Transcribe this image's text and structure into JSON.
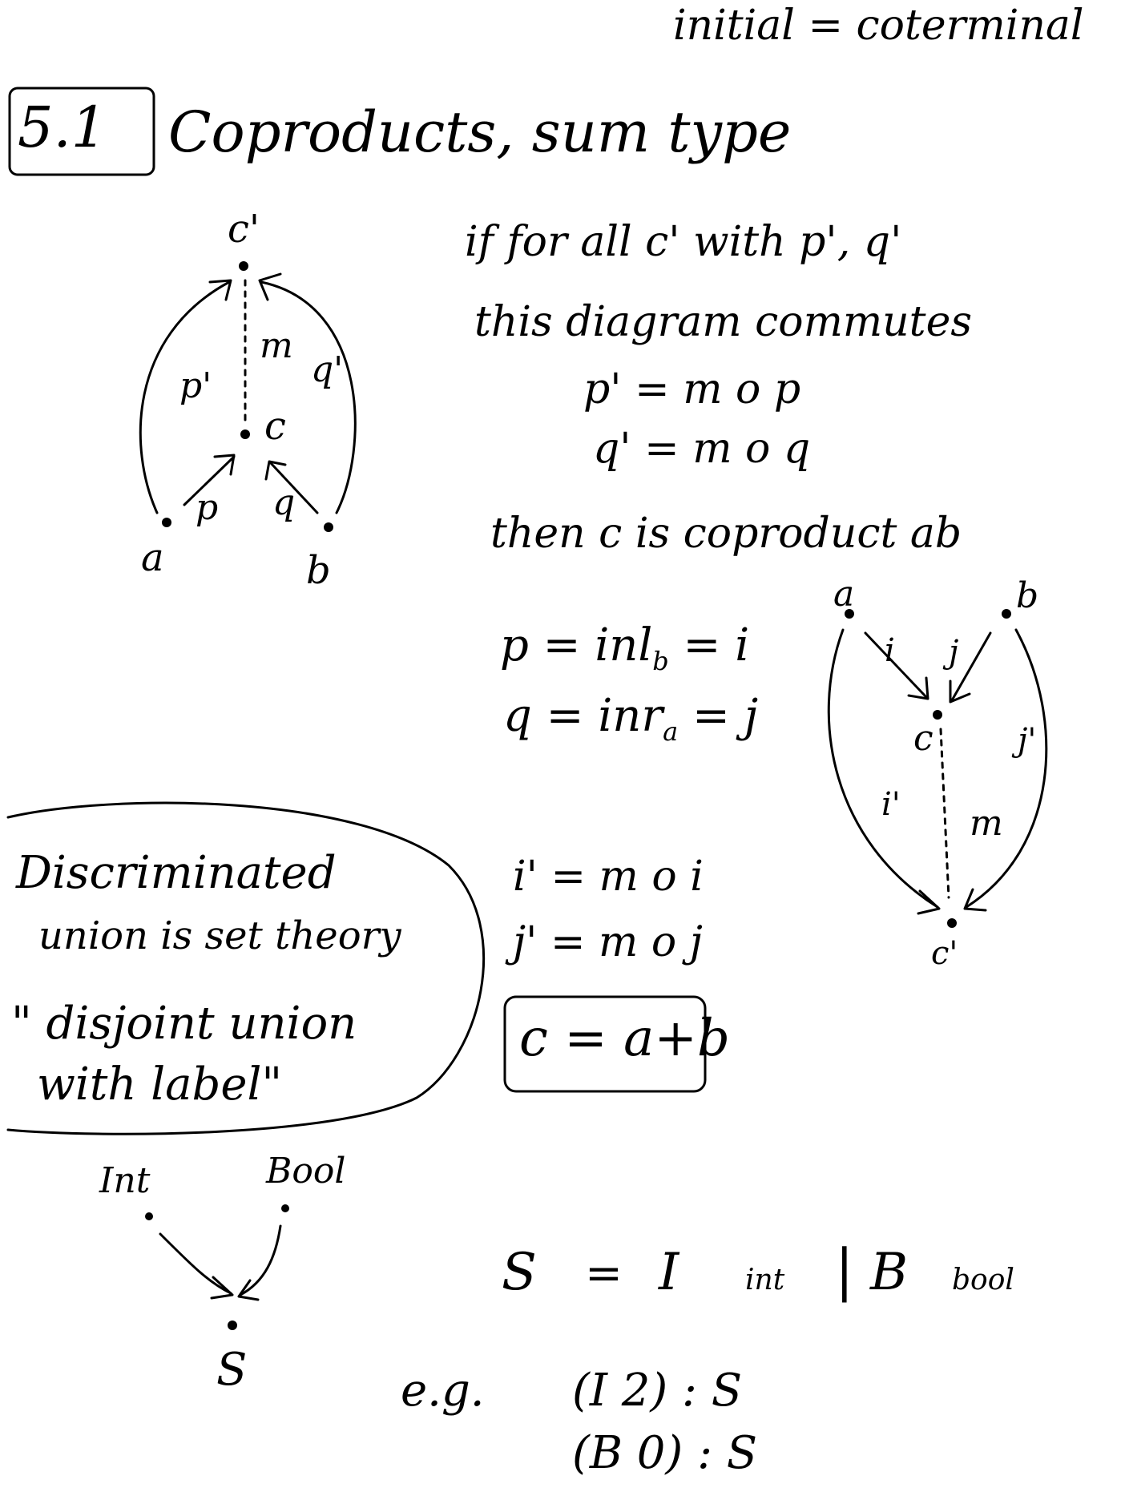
{
  "header": {
    "note": "initial = coterminal"
  },
  "section": {
    "number": "5.1",
    "title": "Coproducts, sum type"
  },
  "diagram1": {
    "top": "c'",
    "m": "m",
    "p_prime": "p'",
    "q_prime": "q'",
    "center": "c",
    "p": "p",
    "q": "q",
    "a": "a",
    "b": "b"
  },
  "condition": {
    "line1": "if for all c' with p', q'",
    "line2": "this diagram commutes",
    "eq1": "p' = m o p",
    "eq2": "q' = m o q",
    "line3": "then c is coproduct ab"
  },
  "injections": {
    "p": "p = inl",
    "p_sub": "b",
    "p_tail": " = i",
    "q": "q = inr",
    "q_sub": "a",
    "q_tail": " = j"
  },
  "diagram2": {
    "a": "a",
    "b": "b",
    "i": "i",
    "j": "j",
    "c": "c",
    "i_prime": "i'",
    "j_prime": "j'",
    "m": "m",
    "bottom": "c'"
  },
  "composites": {
    "eq1": "i' = m o i",
    "eq2": "j' = m o j"
  },
  "result": "c = a+b",
  "discriminated": {
    "line1": "Discriminated",
    "line2": "union is set theory",
    "line3": "\" disjoint union",
    "line4": "with label\""
  },
  "diagram3": {
    "int": "Int",
    "bool": "Bool",
    "s": "S"
  },
  "sum_type": {
    "s": "S",
    "eq": "=",
    "i": "I",
    "int": "int",
    "bar": "|",
    "b": "B",
    "bool": "bool"
  },
  "examples": {
    "label": "e.g.",
    "ex1": "(I 2) : S",
    "ex2": "(B 0) : S"
  }
}
